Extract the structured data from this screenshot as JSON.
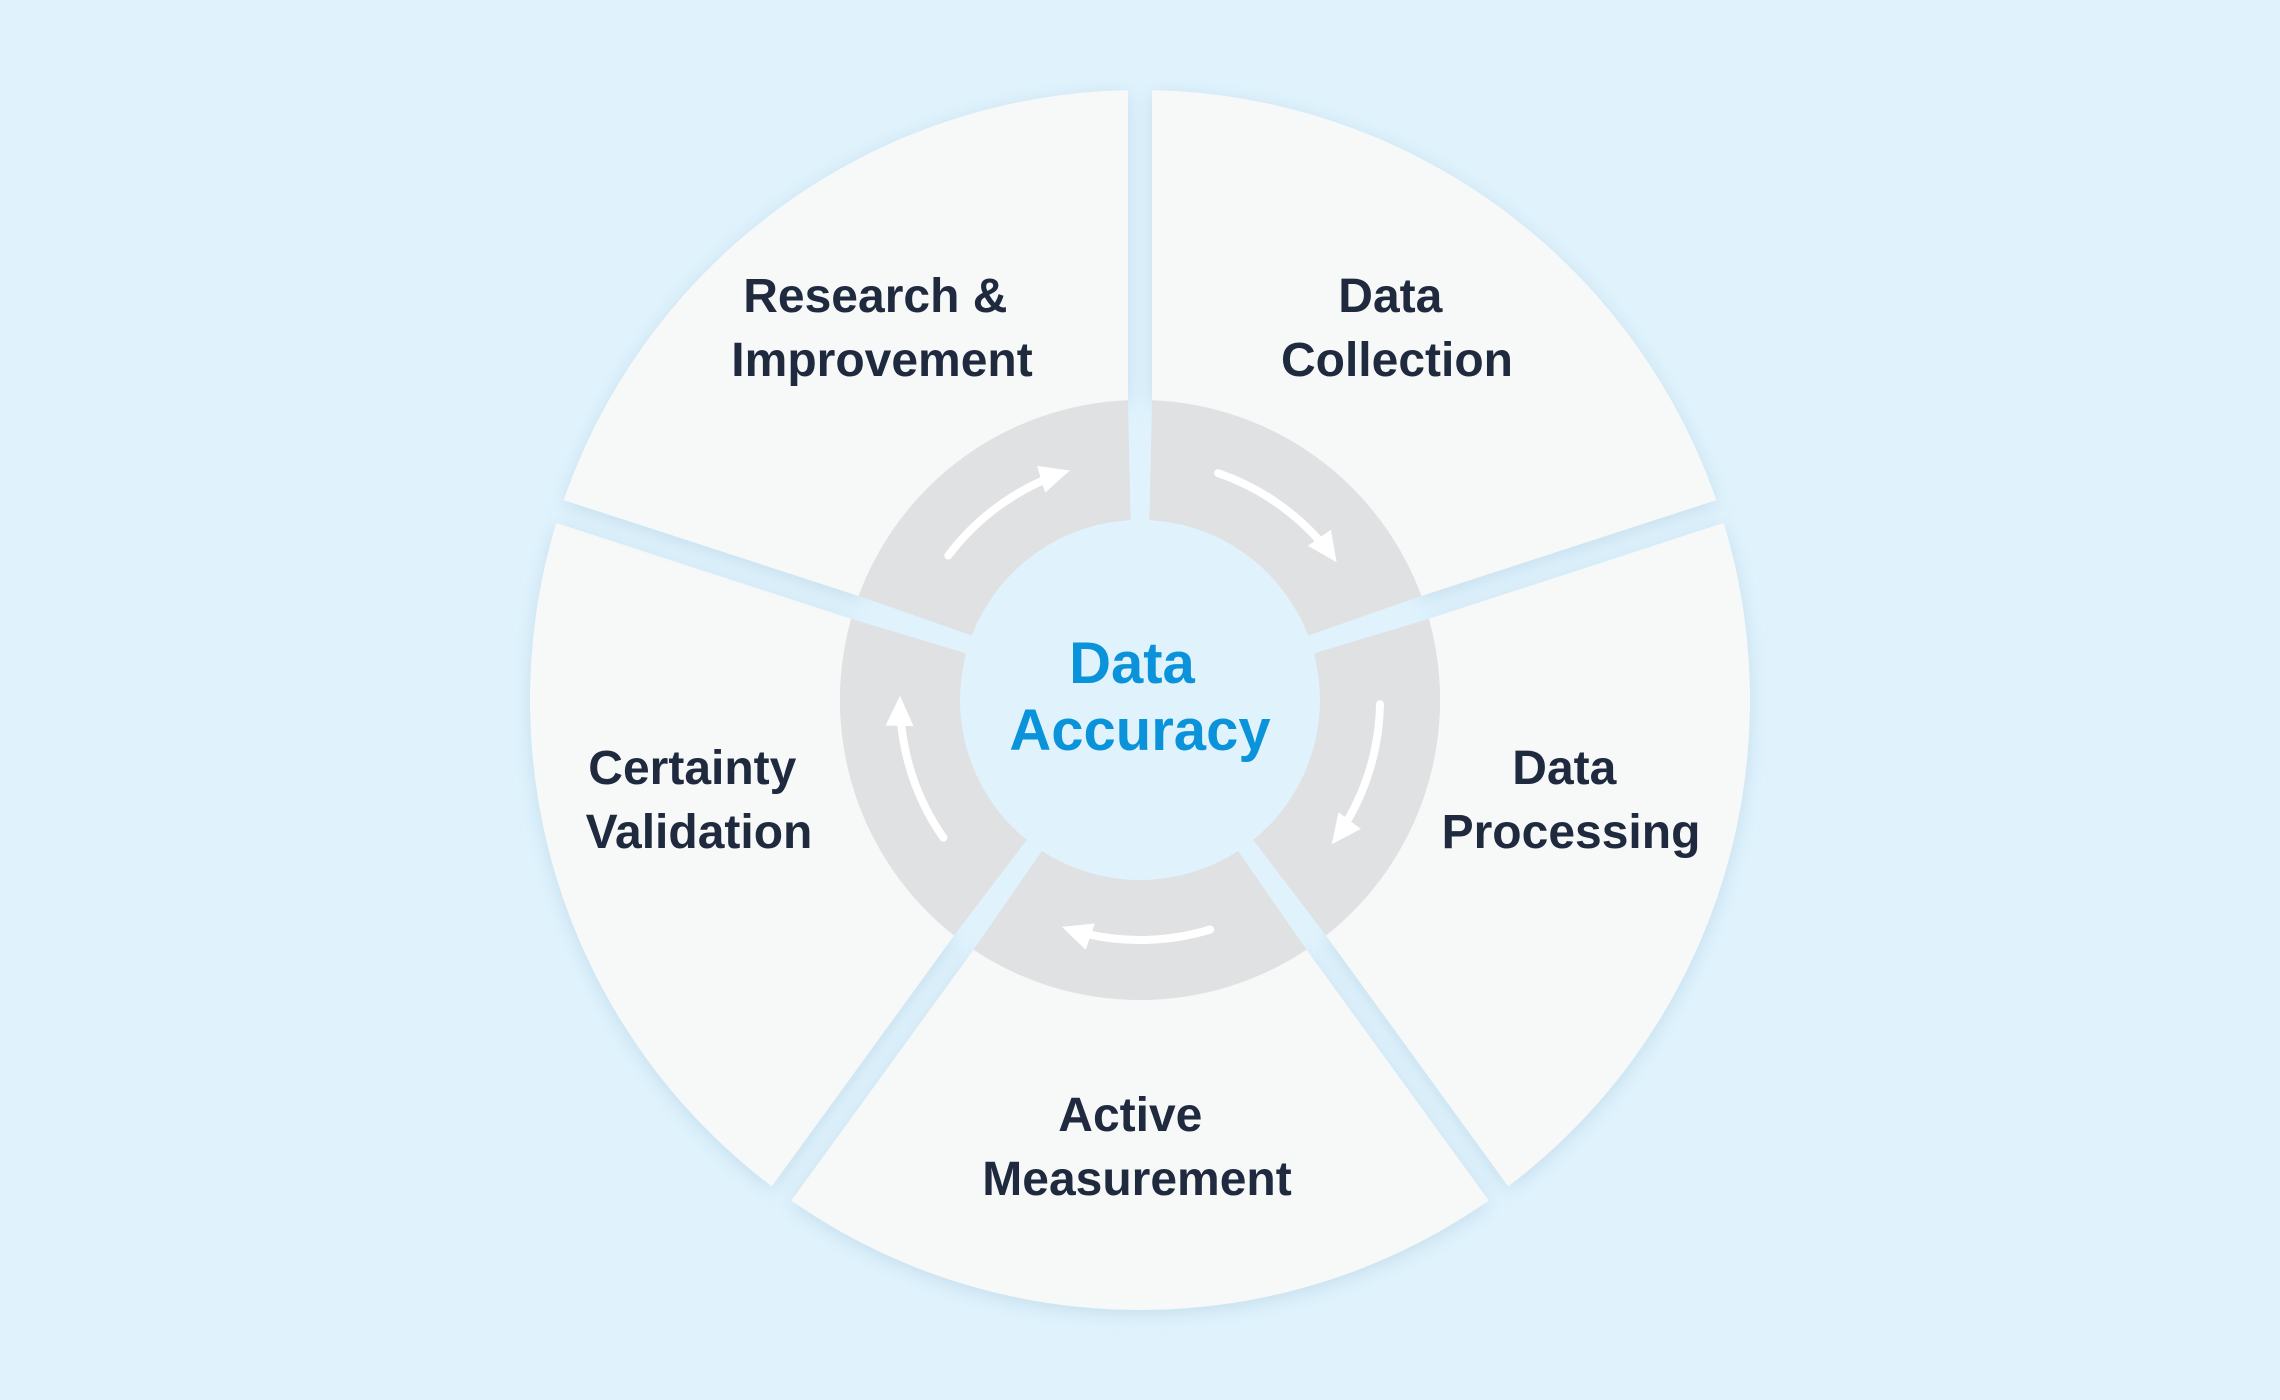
{
  "diagram": {
    "center": {
      "line1": "Data",
      "line2": "Accuracy"
    },
    "steps": [
      {
        "line1": "Data",
        "line2": "Collection"
      },
      {
        "line1": "Data",
        "line2": "Processing"
      },
      {
        "line1": "Active",
        "line2": "Measurement"
      },
      {
        "line1": "Certainty",
        "line2": "Validation"
      },
      {
        "line1": "Research &",
        "line2": "Improvement"
      }
    ],
    "colors": {
      "background": "#e0f3fd",
      "segment_fill": "#f7f8f8",
      "inner_band": "#e0e1e3",
      "label_text": "#1f2a3f",
      "center_text": "#0a93da",
      "arrow": "#ffffff"
    }
  }
}
